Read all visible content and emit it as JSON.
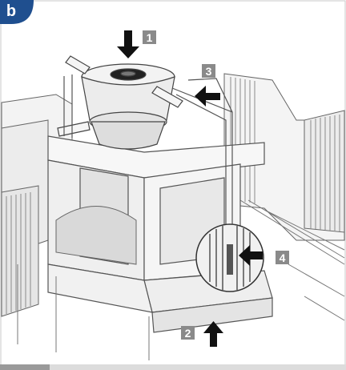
{
  "figure": {
    "step_letter": "b",
    "colors": {
      "badge": "#1f4f8f",
      "callout_bg": "#8a8a8a",
      "arrow": "#111111",
      "line": "#555555",
      "fill": "#f2f2f2",
      "shadow": "#d6d6d6"
    },
    "callouts": [
      {
        "label": "1",
        "arrow_direction": "down"
      },
      {
        "label": "3",
        "arrow_direction": "left"
      },
      {
        "label": "4",
        "arrow_direction": "left"
      },
      {
        "label": "2",
        "arrow_direction": "up"
      }
    ]
  }
}
